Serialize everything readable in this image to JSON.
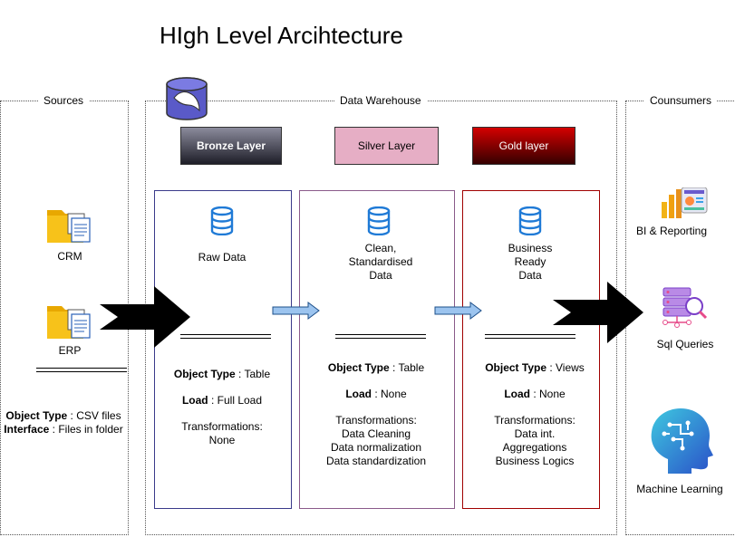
{
  "title": "HIgh Level Arcihtecture",
  "sources": {
    "label": "Sources",
    "items": [
      {
        "name": "CRM",
        "icon": "folder-documents-icon"
      },
      {
        "name": "ERP",
        "icon": "folder-documents-icon"
      }
    ],
    "object_type_key": "Object Type",
    "object_type_val": " : CSV files",
    "interface_key": "Interface",
    "interface_val": " : Files in folder"
  },
  "warehouse": {
    "label": "Data Warehouse",
    "layers": [
      {
        "name": "Bronze Layer",
        "description": "Raw Data",
        "object_type": " : Table",
        "load": " : Full Load",
        "transformations_label": "Transformations:",
        "transformations": [
          "None"
        ],
        "color": "#2e2e3a"
      },
      {
        "name": "Silver Layer",
        "description": [
          "Clean,",
          "Standardised",
          "Data"
        ],
        "object_type": " : Table",
        "load": " : None",
        "transformations_label": "Transformations:",
        "transformations": [
          "Data Cleaning",
          "Data normalization",
          "Data standardization"
        ],
        "color": "#e6aec5"
      },
      {
        "name": "Gold layer",
        "description": [
          "Business",
          "Ready",
          "Data"
        ],
        "object_type": " : Views",
        "load": " : None",
        "transformations_label": "Transformations:",
        "transformations": [
          "Data int.",
          "Aggregations",
          "Business Logics"
        ],
        "color": "#a00000"
      }
    ],
    "object_type_key": "Object Type",
    "load_key": "Load"
  },
  "consumers": {
    "label": "Counsumers",
    "items": [
      {
        "name": "BI & Reporting",
        "icon": "bi-dashboard-icon"
      },
      {
        "name": "Sql Queries",
        "icon": "sql-server-icon"
      },
      {
        "name": "Machine Learning",
        "icon": "ai-head-icon"
      }
    ]
  }
}
